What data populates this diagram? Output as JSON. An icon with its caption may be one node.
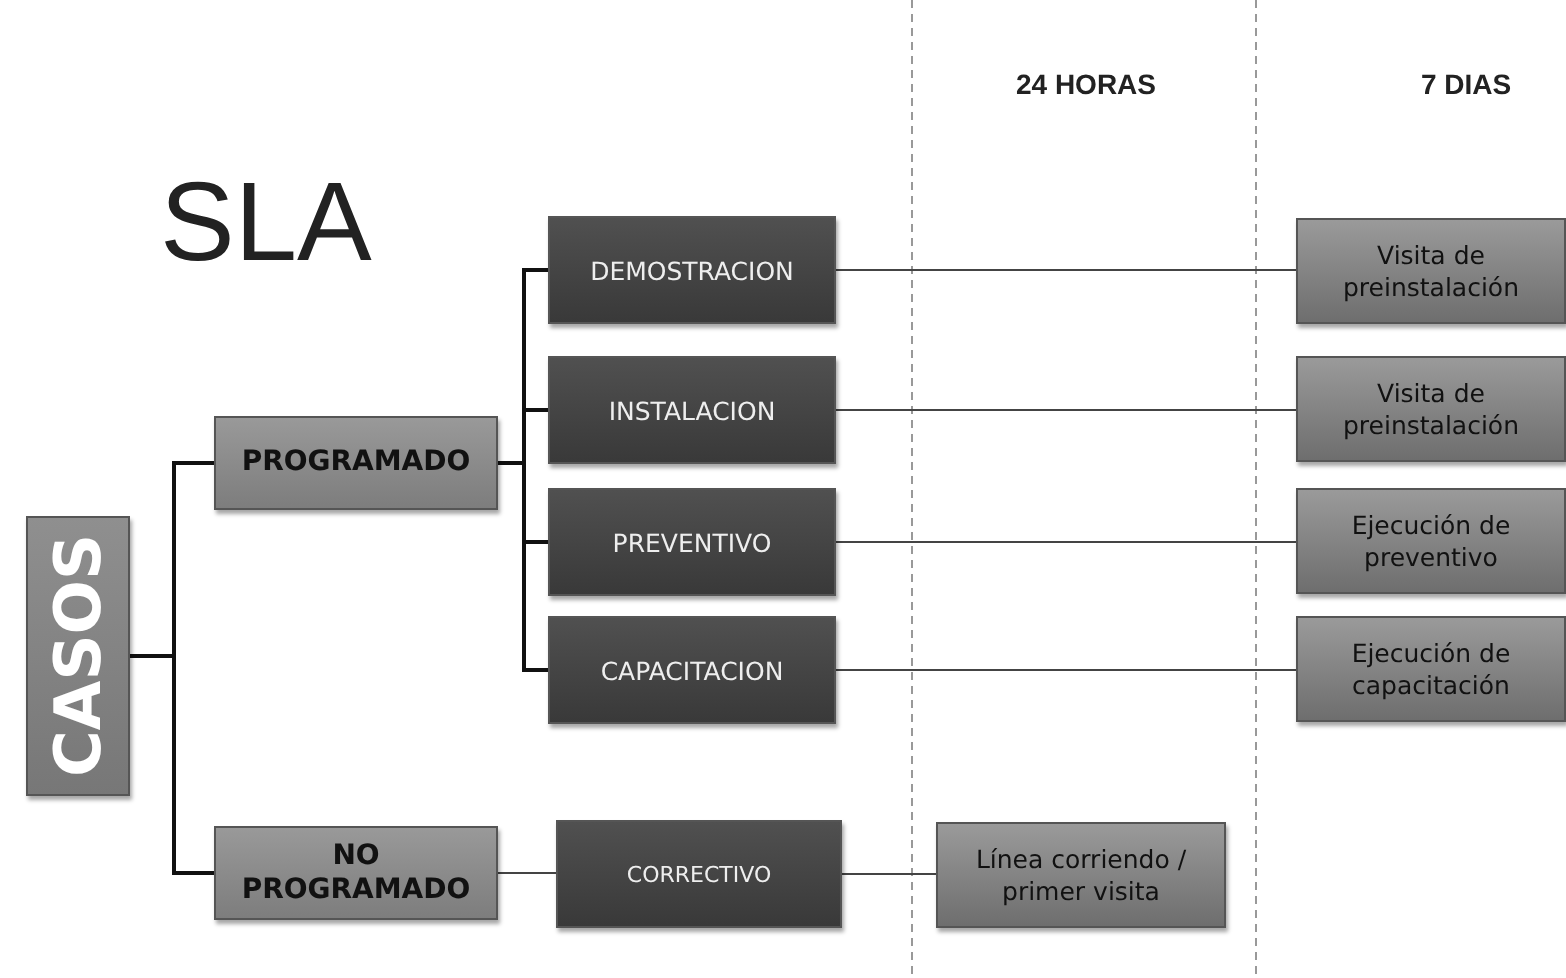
{
  "diagram": {
    "title": "SLA",
    "nodes": [
      {
        "text": [
          "CASOS"
        ]
      },
      {
        "text": [
          "PROGRAMADO"
        ]
      },
      {
        "text": [
          "DEMOSTRACION"
        ]
      },
      {
        "text": [
          "Visita de preinstalación"
        ]
      },
      {
        "text": [
          "INSTALACION"
        ]
      },
      {
        "text": [
          "Visita de preinstalación"
        ]
      },
      {
        "text": [
          "PREVENTIVO"
        ]
      },
      {
        "text": [
          "Ejecución de preventivo"
        ]
      },
      {
        "text": [
          "CAPACITACION"
        ]
      },
      {
        "text": [
          "Ejecución de capacitación"
        ]
      },
      {
        "text": [
          "NO PROGRAMADO"
        ]
      },
      {
        "text": [
          "CORRECTIVO"
        ]
      },
      {
        "text": [
          "Línea corriendo / primer visita"
        ]
      }
    ],
    "edges": [
      {
        "from": 0,
        "to": 1,
        "arrow": "none"
      },
      {
        "from": 0,
        "to": 10,
        "arrow": "none"
      },
      {
        "from": 1,
        "to": 2,
        "arrow": "none"
      },
      {
        "from": 1,
        "to": 4,
        "arrow": "none"
      },
      {
        "from": 1,
        "to": 6,
        "arrow": "none"
      },
      {
        "from": 1,
        "to": 8,
        "arrow": "none"
      },
      {
        "from": 10,
        "to": 11,
        "arrow": "none"
      },
      {
        "from": 2,
        "to": 3,
        "arrow": "none"
      },
      {
        "from": 4,
        "to": 5,
        "arrow": "none"
      },
      {
        "from": 6,
        "to": 7,
        "arrow": "none"
      },
      {
        "from": 8,
        "to": 9,
        "arrow": "none"
      },
      {
        "from": 11,
        "to": 12,
        "arrow": "none"
      }
    ],
    "labels": [
      "24 HORAS",
      "7 DIAS"
    ]
  }
}
